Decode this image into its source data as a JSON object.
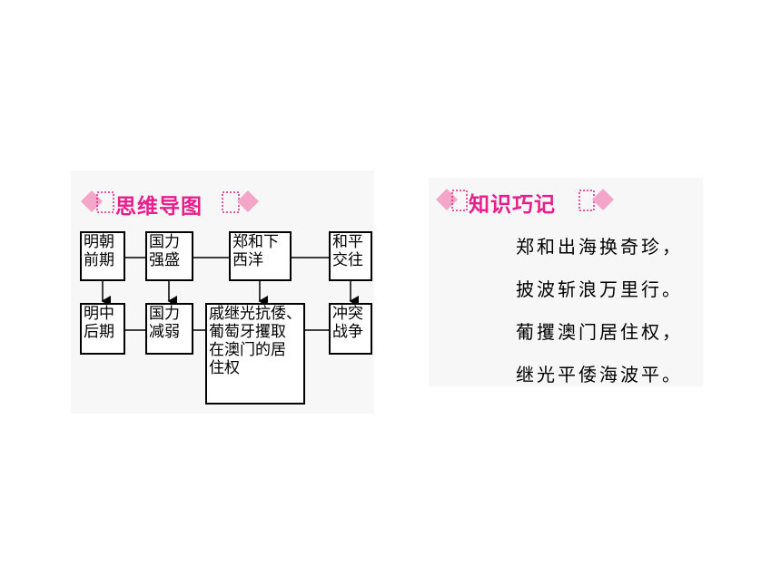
{
  "mindmap": {
    "title": "思维导图",
    "top_row": [
      {
        "lines": "明朝\n前期"
      },
      {
        "lines": "国力\n强盛"
      },
      {
        "lines": "郑和下\n西洋"
      },
      {
        "lines": "和平\n交往"
      }
    ],
    "bottom_row": [
      {
        "lines": "明中\n后期"
      },
      {
        "lines": "国力\n减弱"
      },
      {
        "lines": "戚继光抗倭、\n葡萄牙攫取\n在澳门的居\n住权"
      },
      {
        "lines": "冲突\n战争"
      }
    ]
  },
  "mnemonic": {
    "title": "知识巧记",
    "lines": [
      "郑和出海换奇珍，",
      "披波斩浪万里行。",
      "葡攫澳门居住权，",
      "继光平倭海波平。"
    ]
  },
  "colors": {
    "accent": "#e91e8c",
    "diamond": "#f4a6c8",
    "panel": "#f7f7f7"
  }
}
